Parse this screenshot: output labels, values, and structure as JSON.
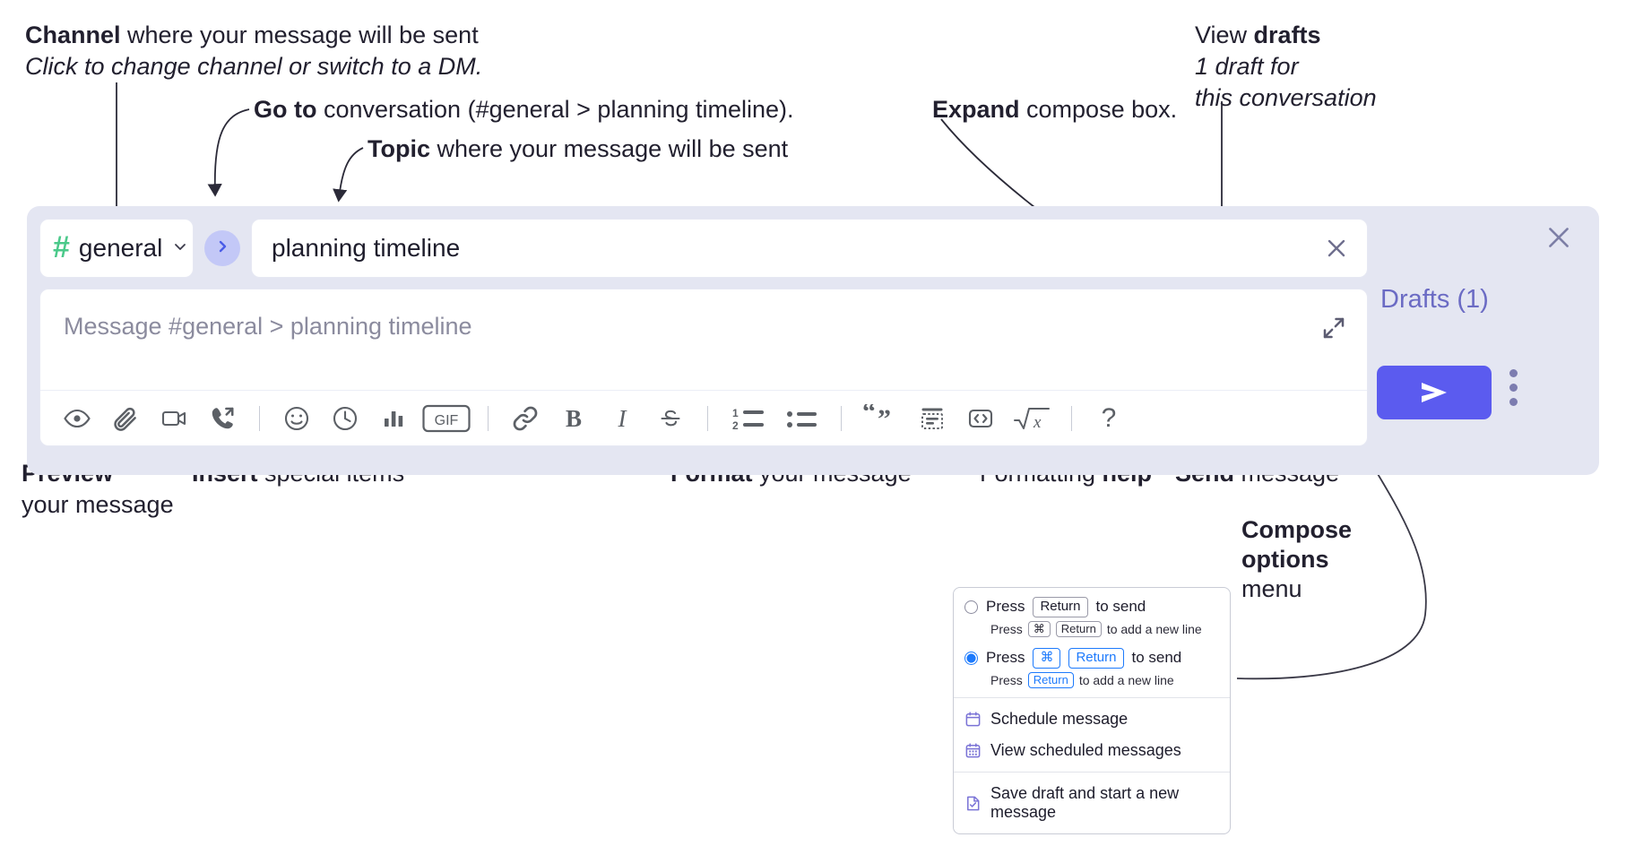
{
  "annotations": {
    "channel": {
      "bold": "Channel",
      "rest": " where your message will be sent",
      "italic": "Click to change channel or switch to a DM."
    },
    "goto": {
      "bold": "Go to",
      "rest": " conversation (#general > planning timeline)."
    },
    "topic": {
      "bold": "Topic",
      "rest": " where your message will be sent"
    },
    "expand": {
      "bold": "Expand",
      "rest": " compose box."
    },
    "drafts": {
      "pre": "View ",
      "bold": "drafts",
      "italic1": "1 draft for",
      "italic2": "this conversation"
    },
    "preview": {
      "bold": "Preview",
      "line2": "your message"
    },
    "insert": {
      "bold": "Insert",
      "rest": " special items"
    },
    "format": {
      "bold": "Format",
      "rest": " your message"
    },
    "help": {
      "pre": "Formatting ",
      "bold": "help"
    },
    "send": {
      "bold": "Send",
      "rest": " message"
    },
    "compose_options": {
      "bold1": "Compose",
      "bold2": "options",
      "rest": "menu"
    }
  },
  "composer": {
    "channel_name": "general",
    "hash_glyph": "#",
    "topic_value": "planning timeline",
    "message_placeholder": "Message #general > planning timeline",
    "drafts_label": "Drafts (1)",
    "help_glyph": "?",
    "accent_send": "#5b5bef",
    "accent_hash": "#4bc98a",
    "surface": "#e4e6f2",
    "toolbar_icons": [
      "preview-eye-icon",
      "attachment-icon",
      "video-icon",
      "call-icon",
      "emoji-icon",
      "clock-icon",
      "poll-icon",
      "gif-icon",
      "link-icon",
      "bold-icon",
      "italic-icon",
      "strikethrough-icon",
      "ordered-list-icon",
      "bulleted-list-icon",
      "blockquote-icon",
      "code-block-icon",
      "code-icon",
      "math-icon",
      "help-icon"
    ],
    "gif_label": "GIF",
    "bold_label": "B",
    "italic_label": "I"
  },
  "menu": {
    "option1": {
      "pre": "Press",
      "key": "Return",
      "post": "to send",
      "sub_pre": "Press",
      "sub_key1": "⌘",
      "sub_key2": "Return",
      "sub_post": "to add a new line",
      "selected": false
    },
    "option2": {
      "pre": "Press",
      "key1": "⌘",
      "key2": "Return",
      "post": "to send",
      "sub_pre": "Press",
      "sub_key": "Return",
      "sub_post": "to add a new line",
      "selected": true
    },
    "items": [
      {
        "label": "Schedule message",
        "icon": "calendar-icon"
      },
      {
        "label": "View scheduled messages",
        "icon": "calendar-grid-icon"
      },
      {
        "label": "Save draft and start a new message",
        "icon": "document-check-icon"
      }
    ]
  }
}
